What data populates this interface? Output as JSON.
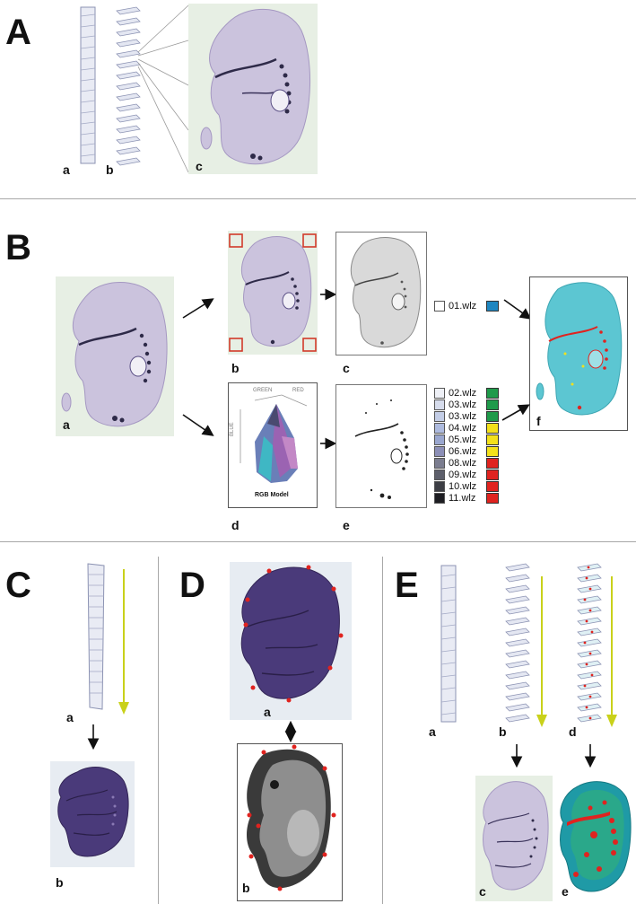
{
  "panels": {
    "A": {
      "letter": "A",
      "sub": {
        "a": "a",
        "b": "b",
        "c": "c"
      }
    },
    "B": {
      "letter": "B",
      "sub": {
        "a": "a",
        "b": "b",
        "c": "c",
        "d": "d",
        "e": "e",
        "f": "f"
      },
      "rgb_model": {
        "green": "GREEN",
        "red": "RED",
        "blue": "BLUE",
        "caption": "RGB Model"
      },
      "legend_single": {
        "file": "01.wlz",
        "color": "#1f86c0"
      },
      "legend_list": [
        {
          "file": "02.wlz",
          "swatch": "#eef0f6",
          "color": "#1f9a4a"
        },
        {
          "file": "03.wlz",
          "swatch": "#d6dcec",
          "color": "#1f9a4a"
        },
        {
          "file": "03.wlz",
          "swatch": "#c3cde6",
          "color": "#1f9a4a"
        },
        {
          "file": "04.wlz",
          "swatch": "#aebbdf",
          "color": "#f4e11a"
        },
        {
          "file": "05.wlz",
          "swatch": "#9aa7cf",
          "color": "#f4e11a"
        },
        {
          "file": "06.wlz",
          "swatch": "#8c8fb7",
          "color": "#f4e11a"
        },
        {
          "file": "08.wlz",
          "swatch": "#7b7d8f",
          "color": "#e0231f"
        },
        {
          "file": "09.wlz",
          "swatch": "#5d5f6b",
          "color": "#e0231f"
        },
        {
          "file": "10.wlz",
          "swatch": "#3c3d44",
          "color": "#e0231f"
        },
        {
          "file": "11.wlz",
          "swatch": "#1d1d22",
          "color": "#e0231f"
        }
      ]
    },
    "C": {
      "letter": "C",
      "sub": {
        "a": "a",
        "b": "b"
      }
    },
    "D": {
      "letter": "D",
      "sub": {
        "a": "a",
        "b": "b"
      }
    },
    "E": {
      "letter": "E",
      "sub": {
        "a": "a",
        "b": "b",
        "c": "c",
        "d": "d",
        "e": "e"
      }
    }
  },
  "colors": {
    "stain_light": "#cbc3dd",
    "stain_dark": "#4a3a7a",
    "tissue_bg": "#e7efe4",
    "corner_box": "#d23a2a",
    "arrow_yellow": "#c9d11a",
    "segmented_cyan": "#5cc6d2",
    "landmark_red": "#e0231f"
  }
}
